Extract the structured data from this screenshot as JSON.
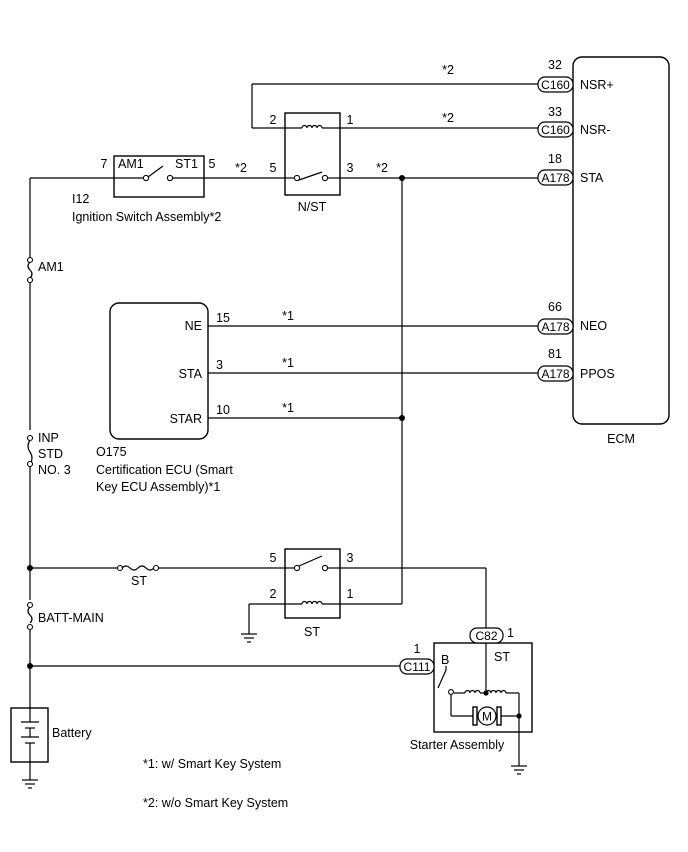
{
  "ecm": {
    "label": "ECM",
    "pins": [
      {
        "num": "32",
        "connector": "C160",
        "name": "NSR+"
      },
      {
        "num": "33",
        "connector": "C160",
        "name": "NSR-"
      },
      {
        "num": "18",
        "connector": "A178",
        "name": "STA"
      },
      {
        "num": "66",
        "connector": "A178",
        "name": "NEO"
      },
      {
        "num": "81",
        "connector": "A178",
        "name": "PPOS"
      }
    ]
  },
  "ignition_switch": {
    "connector": "I12",
    "name": "Ignition Switch Assembly*2",
    "term_left": "AM1",
    "term_right": "ST1",
    "pin_left": "7",
    "pin_right": "5"
  },
  "nst_relay": {
    "label": "N/ST",
    "pin_tl": "2",
    "pin_tr": "1",
    "pin_bl": "5",
    "pin_br": "3"
  },
  "st_relay": {
    "label": "ST",
    "pin_tl": "5",
    "pin_tr": "3",
    "pin_bl": "2",
    "pin_br": "1"
  },
  "cert_ecu": {
    "connector": "O175",
    "name_line1": "Certification ECU (Smart",
    "name_line2": "Key ECU Assembly)*1",
    "pins": [
      {
        "name": "NE",
        "num": "15"
      },
      {
        "name": "STA",
        "num": "3"
      },
      {
        "name": "STAR",
        "num": "10"
      }
    ]
  },
  "fuses": {
    "am1": "AM1",
    "inp_line1": "INP",
    "inp_line2": "STD",
    "inp_line3": "NO. 3",
    "st": "ST",
    "batt_main": "BATT-MAIN"
  },
  "battery": {
    "label": "Battery"
  },
  "starter": {
    "label": "Starter Assembly",
    "conn_b": "C111",
    "pin_b_num": "1",
    "term_b": "B",
    "conn_st": "C82",
    "pin_st_num": "1",
    "term_st": "ST",
    "motor": "M"
  },
  "wire_notes": {
    "nsr_plus": "*2",
    "nsr_minus": "*2",
    "ig_to_nst": "*2",
    "nst_to_sta": "*2",
    "ne": "*1",
    "sta": "*1",
    "star": "*1"
  },
  "footnotes": {
    "note1": "*1: w/ Smart Key System",
    "note2": "*2: w/o Smart Key System"
  }
}
